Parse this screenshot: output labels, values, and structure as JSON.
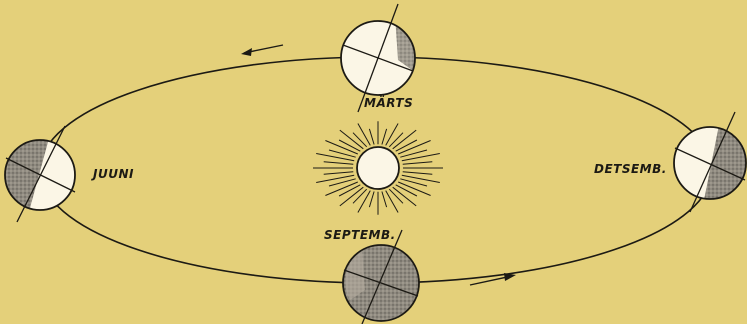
{
  "diagram": {
    "labels": {
      "marts": "MÄRTS",
      "juuni": "JUUNI",
      "detsemb": "DETSEMB.",
      "septemb": "SEPTEMB."
    },
    "colors": {
      "background": "#e4d07a",
      "ink": "#1c1a14",
      "planet_light": "#fbf6e6",
      "planet_shade": "#8f8a80"
    }
  }
}
